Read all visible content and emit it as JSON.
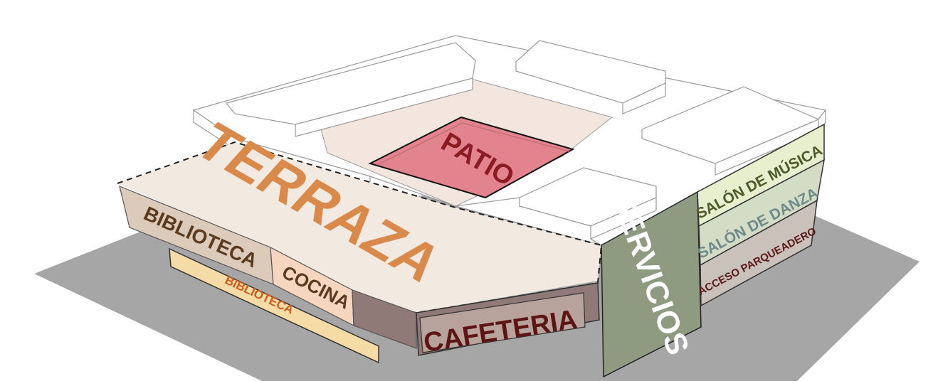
{
  "labels": {
    "patio": "PATIO",
    "terraza": "TERRAZA",
    "biblioteca_upper": "BIBLIOTECA",
    "biblioteca_lower": "BIBLIOTECA",
    "cocina": "COCINA",
    "cafeteria": "CAFETERIA",
    "servicios": "SERVICIOS",
    "salon_musica": "SALÓN DE MÚSICA",
    "salon_danza": "SALÓN DE DANZA",
    "acceso_parqueadero": "ACCESO PARQUEADERO"
  },
  "colors": {
    "ground": "#a6a6a6",
    "patio_fill": "#e2838d",
    "patio_text": "#8a1d24",
    "terraza_fill": "#f2e9e1",
    "terraza_text": "#d98a4a",
    "biblioteca_fill": "#dccbbb",
    "biblioteca_text": "#5b3a1e",
    "biblioteca_lower_fill": "#f5dba6",
    "biblioteca_lower_text": "#d15a1c",
    "cocina_fill": "#f7d6bf",
    "cocina_text": "#5b3a1e",
    "cafeteria_fill": "#8f7a77",
    "cafeteria_text": "#5c1414",
    "servicios_fill": "#8e9b80",
    "servicios_text": "#ffffff",
    "musica_fill": "#e7efcf",
    "musica_text": "#4e5a2a",
    "danza_fill": "#d3dcc4",
    "danza_text": "#6f8a8a",
    "parqueadero_fill": "#c9c1ba",
    "parqueadero_text": "#5b1a1a"
  }
}
